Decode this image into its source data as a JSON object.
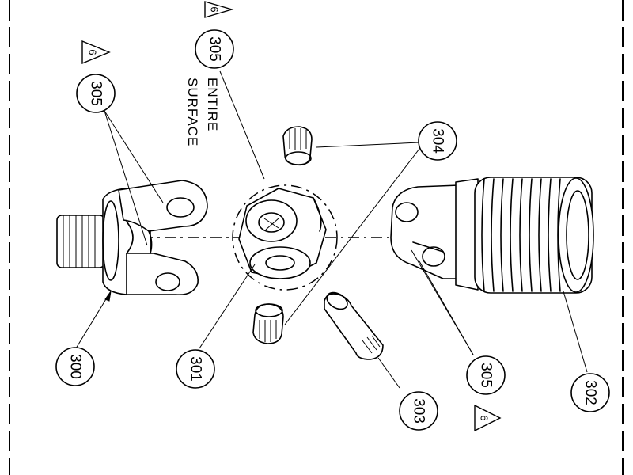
{
  "callouts": {
    "c300": "300",
    "c301": "301",
    "c302": "302",
    "c303": "303",
    "c304": "304",
    "c305_top": "305",
    "c305_left": "305",
    "c305_right": "305"
  },
  "flags": {
    "f_top": "6",
    "f_left": "6",
    "f_right": "6"
  },
  "note": {
    "line1": "ENTIRE",
    "line2": "SURFACE"
  }
}
